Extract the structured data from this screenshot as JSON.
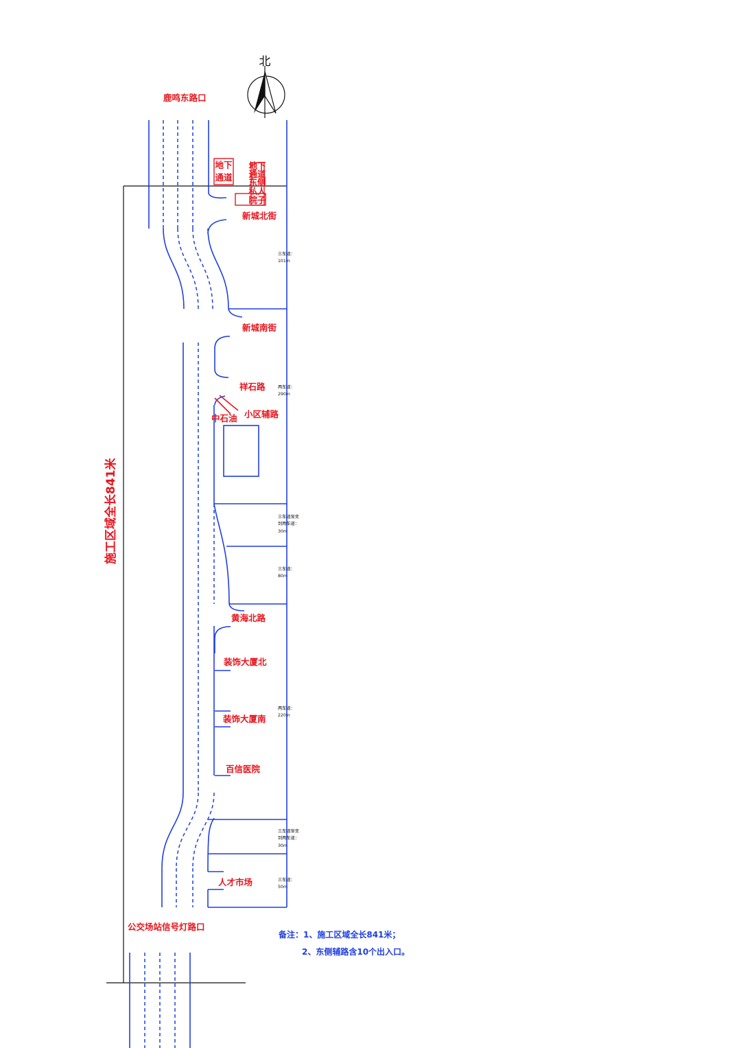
{
  "compass": {
    "label": "北"
  },
  "roads": {
    "north_intersection": "鹿鸣东路口",
    "south_intersection": "公交场站信号灯路口"
  },
  "total_length_label": "施工区域全长841米",
  "underpass": {
    "line1": "地下",
    "line2": "通道"
  },
  "private_yard": [
    "地下",
    "通道",
    "东侧",
    "私人",
    "院子"
  ],
  "streets": {
    "xincheng_north": "新城北街",
    "xincheng_south": "新城南街",
    "xiangshi": "祥石路",
    "sinopec": "中石油",
    "community_aux": "小区辅路",
    "huanghai_north": "黄海北路",
    "decoration_north": "装饰大厦北",
    "decoration_south": "装饰大厦南",
    "baixin_hospital": "百信医院",
    "talent_market": "人才市场"
  },
  "lane_notes": [
    {
      "line1": "三车道：",
      "line2": "101m"
    },
    {
      "line1": "两车道：",
      "line2": "290m"
    },
    {
      "line1": "三车道渐变",
      "line2": "到两车道：",
      "line3": "30m"
    },
    {
      "line1": "三车道：",
      "line2": "80m"
    },
    {
      "line1": "两车道：",
      "line2": "220m"
    },
    {
      "line1": "三车道渐变",
      "line2": "到两车道：",
      "line3": "30m"
    },
    {
      "line1": "三车道：",
      "line2": "50m"
    }
  ],
  "notes": {
    "line1": "备注：1、施工区域全长841米；",
    "line2": "2、东侧辅路含10个出入口。"
  },
  "colors": {
    "road": "#1f3fe0",
    "label": "#e8141c",
    "frame": "#111111"
  }
}
